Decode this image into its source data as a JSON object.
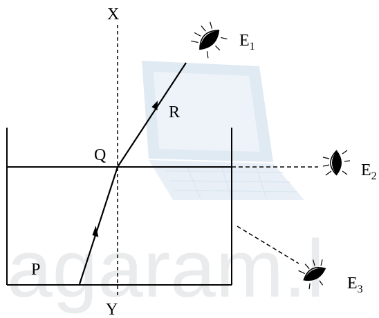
{
  "watermark": {
    "text": "agaram.l",
    "color": "#e6e8ea",
    "laptop_color": "#dbe7f2"
  },
  "labels": {
    "X": "X",
    "Y": "Y",
    "P": "P",
    "Q": "Q",
    "R": "R",
    "E1_main": "E",
    "E1_sub": "1",
    "E2_main": "E",
    "E2_sub": "2",
    "E3_main": "E",
    "E3_sub": "3"
  },
  "colors": {
    "ink": "#000000",
    "background": "#ffffff"
  },
  "icons": {
    "eye": "eye-icon"
  }
}
